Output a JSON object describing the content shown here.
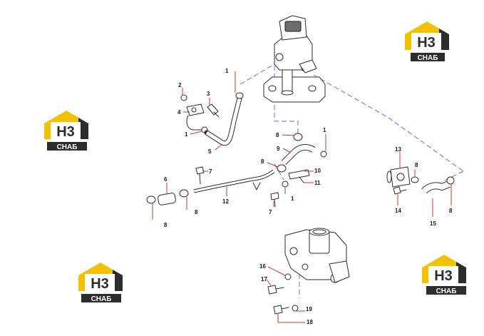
{
  "brand": {
    "mark": "H3",
    "subtitle": "СНАБ",
    "colors": {
      "yellow": "#f2c200",
      "dark": "#2d2d2d",
      "light": "#ffffff"
    }
  },
  "callouts": [
    "1",
    "2",
    "3",
    "4",
    "1",
    "5",
    "8",
    "9",
    "1",
    "8",
    "10",
    "11",
    "7",
    "6",
    "8",
    "12",
    "8",
    "1",
    "7",
    "13",
    "8",
    "14",
    "8",
    "15",
    "16",
    "17",
    "19",
    "18"
  ],
  "colors": {
    "leader": "#c0392b",
    "route": "#6b6fd6",
    "outline": "#2b2b2b"
  }
}
